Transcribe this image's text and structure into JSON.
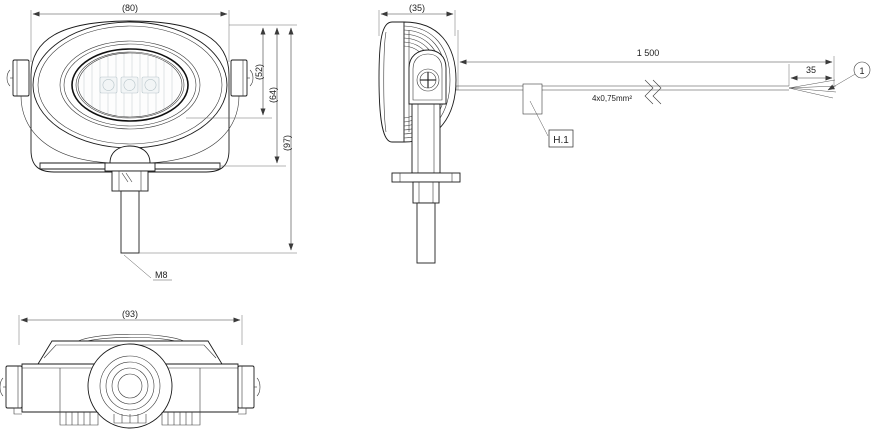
{
  "drawing": {
    "title": "LED work lamp technical drawing",
    "background_color": "#ffffff",
    "line_color": "#1b1b1b",
    "views": {
      "front": {
        "name": "front-view",
        "dimensions": {
          "width": "(80)",
          "lens_height": "(52)",
          "body_height": "(64)",
          "overall_height": "(97)"
        },
        "thread_label": "M8"
      },
      "side": {
        "name": "side-view",
        "dimensions": {
          "depth": "(35)"
        }
      },
      "bottom": {
        "name": "bottom-view",
        "dimensions": {
          "width": "(93)"
        }
      },
      "cable": {
        "name": "cable-assembly",
        "length": "1 500",
        "strip_length": "35",
        "spec": "4x0,75mm²",
        "connector_label": "H.1",
        "balloon": "1"
      }
    }
  }
}
